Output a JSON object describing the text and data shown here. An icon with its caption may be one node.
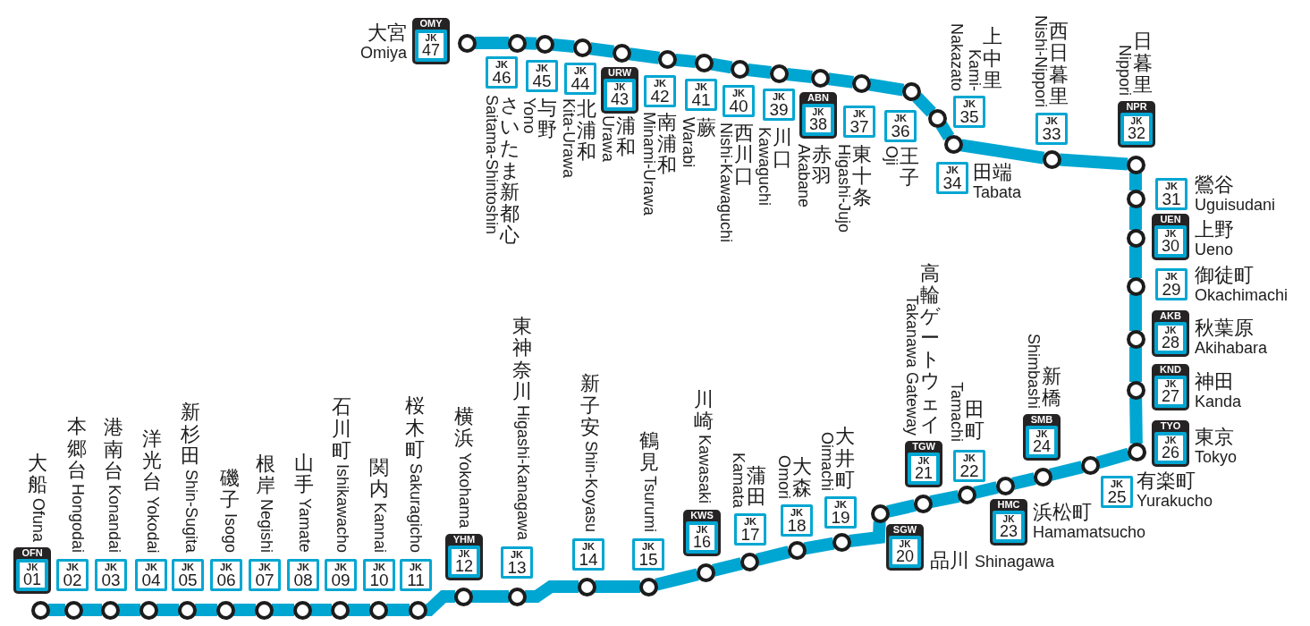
{
  "diagram": {
    "nodes": [
      {
        "text": [
          "OFN",
          "JK",
          "01"
        ],
        "beside": [
          "大船",
          "Ofuna"
        ]
      },
      {
        "text": [],
        "shape": "circle"
      },
      {
        "text": [
          "JK",
          "02"
        ],
        "beside": [
          "本郷台",
          "Hongodai"
        ]
      },
      {
        "text": [],
        "shape": "circle"
      },
      {
        "text": [
          "JK",
          "03"
        ],
        "beside": [
          "港南台",
          "Konandai"
        ]
      },
      {
        "text": [],
        "shape": "circle"
      },
      {
        "text": [
          "JK",
          "04"
        ],
        "beside": [
          "洋光台",
          "Yokodai"
        ]
      },
      {
        "text": [],
        "shape": "circle"
      },
      {
        "text": [
          "JK",
          "05"
        ],
        "beside": [
          "新杉田",
          "Shin-Sugita"
        ]
      },
      {
        "text": [],
        "shape": "circle"
      },
      {
        "text": [
          "JK",
          "06"
        ],
        "beside": [
          "磯子",
          "Isogo"
        ]
      },
      {
        "text": [],
        "shape": "circle"
      },
      {
        "text": [
          "JK",
          "07"
        ],
        "beside": [
          "根岸",
          "Negishi"
        ]
      },
      {
        "text": [],
        "shape": "circle"
      },
      {
        "text": [
          "JK",
          "08"
        ],
        "beside": [
          "山手",
          "Yamate"
        ]
      },
      {
        "text": [],
        "shape": "circle"
      },
      {
        "text": [
          "JK",
          "09"
        ],
        "beside": [
          "石川町",
          "Ishikawacho"
        ]
      },
      {
        "text": [],
        "shape": "circle"
      },
      {
        "text": [
          "JK",
          "10"
        ],
        "beside": [
          "関内",
          "Kannai"
        ]
      },
      {
        "text": [],
        "shape": "circle"
      },
      {
        "text": [
          "JK",
          "11"
        ],
        "beside": [
          "桜木町",
          "Sakuragicho"
        ]
      },
      {
        "text": [],
        "shape": "circle"
      },
      {
        "text": [
          "YHM",
          "JK",
          "12"
        ],
        "beside": [
          "横浜",
          "Yokohama"
        ]
      },
      {
        "text": [],
        "shape": "circle"
      },
      {
        "text": [
          "JK",
          "13"
        ],
        "beside": [
          "東神奈川",
          "Higashi-Kanagawa"
        ]
      },
      {
        "text": [],
        "shape": "circle"
      },
      {
        "text": [
          "JK",
          "14"
        ],
        "beside": [
          "新子安",
          "Shin-Koyasu"
        ]
      },
      {
        "text": [],
        "shape": "circle"
      },
      {
        "text": [
          "JK",
          "15"
        ],
        "beside": [
          "鶴見",
          "Tsurumi"
        ]
      },
      {
        "text": [],
        "shape": "circle"
      },
      {
        "text": [
          "KWS",
          "JK",
          "16"
        ],
        "beside": [
          "川崎",
          "Kawasaki"
        ]
      },
      {
        "text": [],
        "shape": "circle"
      },
      {
        "text": [
          "JK",
          "17"
        ],
        "beside": [
          "蒲田",
          "Kamata"
        ]
      },
      {
        "text": [],
        "shape": "circle"
      },
      {
        "text": [
          "JK",
          "18"
        ],
        "beside": [
          "大森",
          "Omori"
        ]
      },
      {
        "text": [],
        "shape": "circle"
      },
      {
        "text": [
          "JK",
          "19"
        ],
        "beside": [
          "大井町",
          "Oimachi"
        ]
      },
      {
        "text": [],
        "shape": "circle"
      },
      {
        "text": [
          "SGW",
          "JK",
          "20"
        ],
        "beside": [
          "品川",
          "Shinagawa"
        ]
      },
      {
        "text": [],
        "shape": "circle"
      },
      {
        "text": [
          "TGW",
          "JK",
          "21"
        ],
        "beside": [
          "高輪ゲートウェイ",
          "Takanawa Gateway"
        ]
      },
      {
        "text": [],
        "shape": "circle"
      },
      {
        "text": [
          "JK",
          "22"
        ],
        "beside": [
          "田町",
          "Tamachi"
        ]
      },
      {
        "text": [],
        "shape": "circle"
      },
      {
        "text": [
          "HMC",
          "JK",
          "23"
        ],
        "beside": [
          "浜松町",
          "Hamamatsucho"
        ]
      },
      {
        "text": [],
        "shape": "circle"
      },
      {
        "text": [
          "SMB",
          "JK",
          "24"
        ],
        "beside": [
          "新橋",
          "Shimbashi"
        ]
      },
      {
        "text": [],
        "shape": "circle"
      },
      {
        "text": [
          "JK",
          "25"
        ],
        "beside": [
          "有楽町",
          "Yurakucho"
        ]
      },
      {
        "text": [],
        "shape": "circle"
      },
      {
        "text": [
          "TYO",
          "JK",
          "26"
        ],
        "beside": [
          "東京",
          "Tokyo"
        ]
      },
      {
        "text": [],
        "shape": "circle"
      },
      {
        "text": [
          "KND",
          "JK",
          "27"
        ],
        "beside": [
          "神田",
          "Kanda"
        ]
      },
      {
        "text": [],
        "shape": "circle"
      },
      {
        "text": [
          "AKB",
          "JK",
          "28"
        ],
        "beside": [
          "秋葉原",
          "Akihabara"
        ]
      },
      {
        "text": [],
        "shape": "circle"
      },
      {
        "text": [
          "JK",
          "29"
        ],
        "beside": [
          "御徒町",
          "Okachimachi"
        ]
      },
      {
        "text": [],
        "shape": "circle"
      },
      {
        "text": [
          "UEN",
          "JK",
          "30"
        ],
        "beside": [
          "上野",
          "Ueno"
        ]
      },
      {
        "text": [],
        "shape": "circle"
      },
      {
        "text": [
          "JK",
          "31"
        ],
        "beside": [
          "鶯谷",
          "Uguisudani"
        ]
      },
      {
        "text": [],
        "shape": "circle"
      },
      {
        "text": [
          "NPR",
          "JK",
          "32"
        ],
        "beside": [
          "日暮里",
          "Nippori"
        ]
      },
      {
        "text": [],
        "shape": "circle"
      },
      {
        "text": [
          "JK",
          "33"
        ],
        "beside": [
          "西日暮里",
          "Nishi-Nippori"
        ]
      },
      {
        "text": [],
        "shape": "circle"
      },
      {
        "text": [
          "JK",
          "34"
        ],
        "beside": [
          "田端",
          "Tabata"
        ]
      },
      {
        "text": [],
        "shape": "circle"
      },
      {
        "text": [
          "JK",
          "35"
        ],
        "beside": [
          "上中里",
          "Kami-Nakazato"
        ]
      },
      {
        "text": [],
        "shape": "circle"
      },
      {
        "text": [
          "JK",
          "36"
        ],
        "beside": [
          "王子",
          "Oji"
        ]
      },
      {
        "text": [],
        "shape": "circle"
      },
      {
        "text": [
          "JK",
          "37"
        ],
        "beside": [
          "東十条",
          "Higashi-Jujo"
        ]
      },
      {
        "text": [],
        "shape": "circle"
      },
      {
        "text": [
          "ABN",
          "JK",
          "38"
        ],
        "beside": [
          "赤羽",
          "Akabane"
        ]
      },
      {
        "text": [],
        "shape": "circle"
      },
      {
        "text": [
          "JK",
          "39"
        ],
        "beside": [
          "川口",
          "Kawaguchi"
        ]
      },
      {
        "text": [],
        "shape": "circle"
      },
      {
        "text": [
          "JK",
          "40"
        ],
        "beside": [
          "西川口",
          "Nishi-Kawaguchi"
        ]
      },
      {
        "text": [],
        "shape": "circle"
      },
      {
        "text": [
          "JK",
          "41"
        ],
        "beside": [
          "蕨",
          "Warabi"
        ]
      },
      {
        "text": [],
        "shape": "circle"
      },
      {
        "text": [
          "JK",
          "42"
        ],
        "beside": [
          "南浦和",
          "Minami-Urawa"
        ]
      },
      {
        "text": [],
        "shape": "circle"
      },
      {
        "text": [
          "URW",
          "JK",
          "43"
        ],
        "beside": [
          "浦和",
          "Urawa"
        ]
      },
      {
        "text": [],
        "shape": "circle"
      },
      {
        "text": [
          "JK",
          "44"
        ],
        "beside": [
          "北浦和",
          "Kita-Urawa"
        ]
      },
      {
        "text": [],
        "shape": "circle"
      },
      {
        "text": [
          "JK",
          "45"
        ],
        "beside": [
          "与野",
          "Yono"
        ]
      },
      {
        "text": [],
        "shape": "circle"
      },
      {
        "text": [
          "JK",
          "46"
        ],
        "beside": [
          "さいたま新都心",
          "Saitama-Shintoshin"
        ]
      },
      {
        "text": [],
        "shape": "circle"
      },
      {
        "text": [
          "OMY",
          "JK",
          "47"
        ],
        "beside": [
          "大宮",
          "Omiya"
        ]
      },
      {
        "text": [],
        "shape": "circle"
      }
    ],
    "edges": [
      {
        "from": 1,
        "to": 3,
        "arrow": "none"
      },
      {
        "from": 3,
        "to": 5,
        "arrow": "none"
      },
      {
        "from": 5,
        "to": 7,
        "arrow": "none"
      },
      {
        "from": 7,
        "to": 9,
        "arrow": "none"
      },
      {
        "from": 9,
        "to": 11,
        "arrow": "none"
      },
      {
        "from": 11,
        "to": 13,
        "arrow": "none"
      },
      {
        "from": 13,
        "to": 15,
        "arrow": "none"
      },
      {
        "from": 15,
        "to": 17,
        "arrow": "none"
      },
      {
        "from": 17,
        "to": 19,
        "arrow": "none"
      },
      {
        "from": 19,
        "to": 21,
        "arrow": "none"
      },
      {
        "from": 21,
        "to": 23,
        "arrow": "none"
      },
      {
        "from": 23,
        "to": 25,
        "arrow": "none"
      },
      {
        "from": 25,
        "to": 27,
        "arrow": "none"
      },
      {
        "from": 27,
        "to": 29,
        "arrow": "none"
      },
      {
        "from": 29,
        "to": 31,
        "arrow": "none"
      },
      {
        "from": 31,
        "to": 33,
        "arrow": "none"
      },
      {
        "from": 33,
        "to": 35,
        "arrow": "none"
      },
      {
        "from": 35,
        "to": 37,
        "arrow": "none"
      },
      {
        "from": 37,
        "to": 39,
        "arrow": "none"
      },
      {
        "from": 39,
        "to": 41,
        "arrow": "none"
      },
      {
        "from": 41,
        "to": 43,
        "arrow": "none"
      },
      {
        "from": 43,
        "to": 45,
        "arrow": "none"
      },
      {
        "from": 45,
        "to": 47,
        "arrow": "none"
      },
      {
        "from": 47,
        "to": 49,
        "arrow": "none"
      },
      {
        "from": 49,
        "to": 51,
        "arrow": "none"
      },
      {
        "from": 51,
        "to": 53,
        "arrow": "none"
      },
      {
        "from": 53,
        "to": 55,
        "arrow": "none"
      },
      {
        "from": 55,
        "to": 57,
        "arrow": "none"
      },
      {
        "from": 57,
        "to": 59,
        "arrow": "none"
      },
      {
        "from": 59,
        "to": 61,
        "arrow": "none"
      },
      {
        "from": 61,
        "to": 63,
        "arrow": "none"
      },
      {
        "from": 63,
        "to": 65,
        "arrow": "none"
      },
      {
        "from": 65,
        "to": 67,
        "arrow": "none"
      },
      {
        "from": 67,
        "to": 69,
        "arrow": "none"
      },
      {
        "from": 69,
        "to": 71,
        "arrow": "none"
      },
      {
        "from": 71,
        "to": 73,
        "arrow": "none"
      },
      {
        "from": 73,
        "to": 75,
        "arrow": "none"
      },
      {
        "from": 75,
        "to": 77,
        "arrow": "none"
      },
      {
        "from": 77,
        "to": 79,
        "arrow": "none"
      },
      {
        "from": 79,
        "to": 81,
        "arrow": "none"
      },
      {
        "from": 81,
        "to": 83,
        "arrow": "none"
      },
      {
        "from": 83,
        "to": 85,
        "arrow": "none"
      },
      {
        "from": 85,
        "to": 87,
        "arrow": "none"
      },
      {
        "from": 87,
        "to": 89,
        "arrow": "none"
      },
      {
        "from": 89,
        "to": 91,
        "arrow": "none"
      },
      {
        "from": 91,
        "to": 93,
        "arrow": "none"
      }
    ]
  }
}
